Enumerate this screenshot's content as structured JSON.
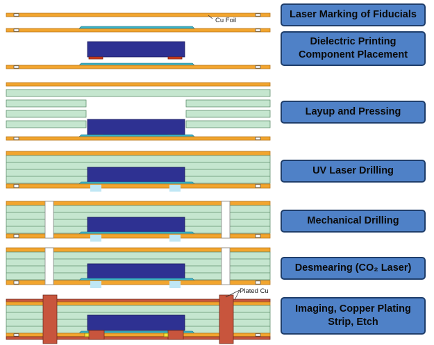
{
  "steps": [
    {
      "lines": [
        "Laser Marking of Fiducials"
      ]
    },
    {
      "lines": [
        "Dielectric Printing",
        "Component Placement"
      ]
    },
    {
      "lines": [
        "Layup and Pressing"
      ]
    },
    {
      "lines": [
        "UV Laser Drilling"
      ]
    },
    {
      "lines": [
        "Mechanical Drilling"
      ]
    },
    {
      "lines": [
        "Desmearing (CO₂ Laser)"
      ]
    },
    {
      "lines": [
        "Imaging, Copper Plating",
        "Strip, Etch"
      ]
    }
  ],
  "callouts": {
    "cu_foil": "Cu Foil",
    "plated_cu": "Plated Cu"
  },
  "colors": {
    "copper": "#f2a52e",
    "copper_edge": "#b8761a",
    "laminate": "#c5e6cf",
    "laminate_edge": "#5f8f6d",
    "component": "#2e3192",
    "pad": "#d9401f",
    "dielectric": "#3ab4c9",
    "plated": "#c8553d",
    "via_glow": "#bfe7f5",
    "box_fill": "#4f81c7",
    "box_border": "#1f3e6b"
  }
}
